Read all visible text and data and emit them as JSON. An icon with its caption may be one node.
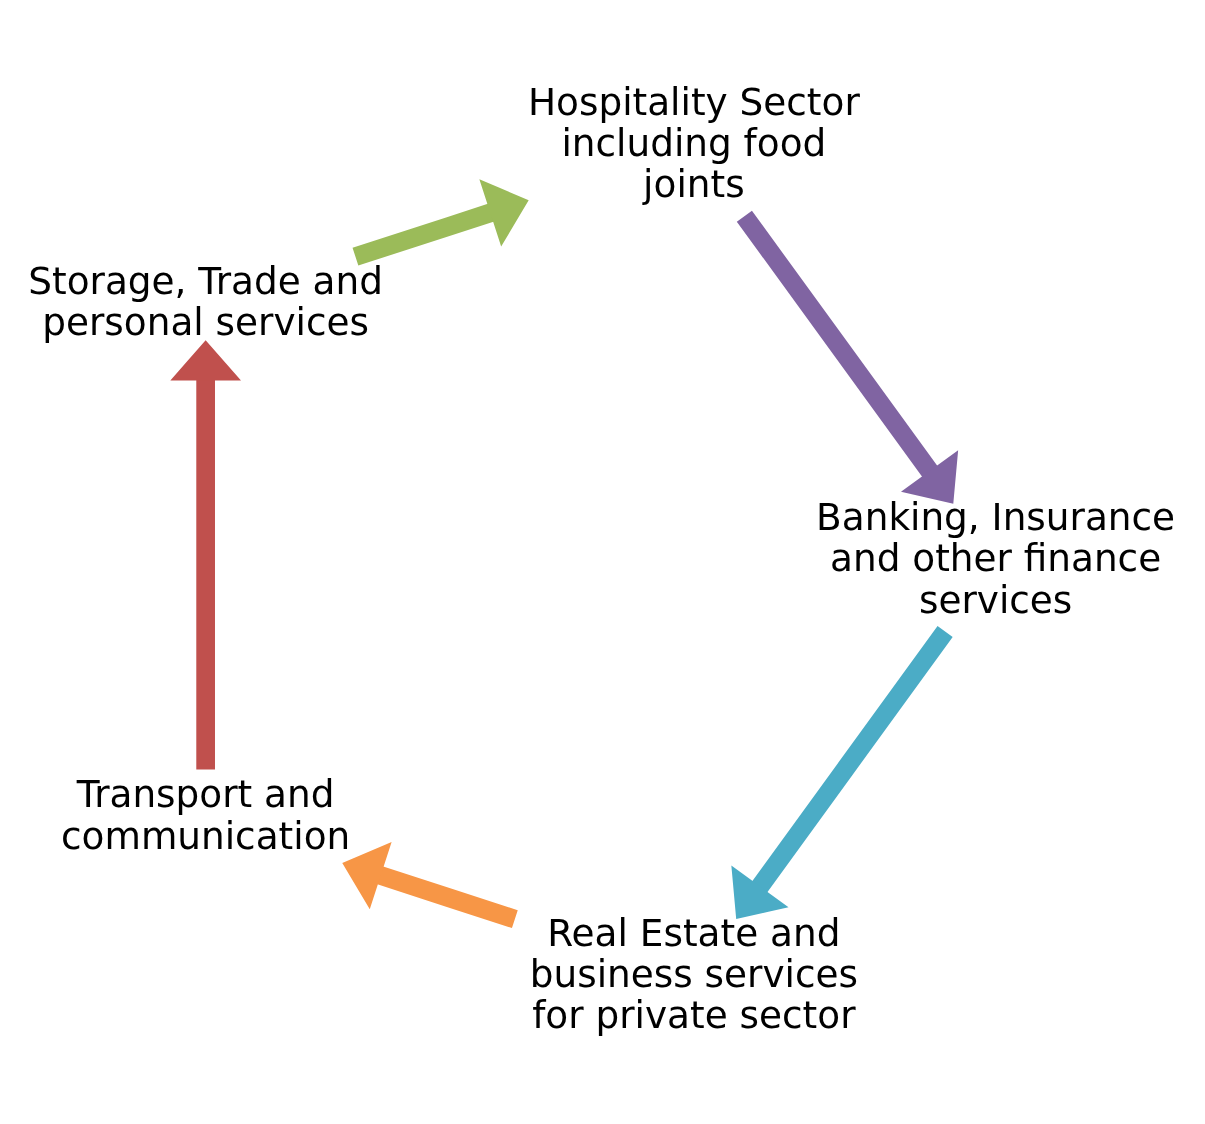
{
  "diagram": {
    "nodes": [
      {
        "text": [
          "Real Estate and business services for private sector"
        ]
      },
      {
        "text": [
          "Transport and communication"
        ]
      },
      {
        "text": [
          "Storage, Trade and personal services"
        ]
      },
      {
        "text": [
          "Banking, Insurance and other finance services"
        ]
      },
      {
        "text": [
          "Hospitality Sector including food joints"
        ]
      }
    ],
    "edges": [
      {
        "from": 0,
        "to": 1,
        "arrow": "to",
        "color": "#f79646"
      },
      {
        "from": 1,
        "to": 2,
        "arrow": "to",
        "color": "#c0504d"
      },
      {
        "from": 2,
        "to": 4,
        "arrow": "to",
        "color": "#9bbb59"
      },
      {
        "from": 4,
        "to": 3,
        "arrow": "to",
        "color": "#8064a2"
      },
      {
        "from": 3,
        "to": 0,
        "arrow": "to",
        "color": "#4bacc6"
      }
    ]
  }
}
